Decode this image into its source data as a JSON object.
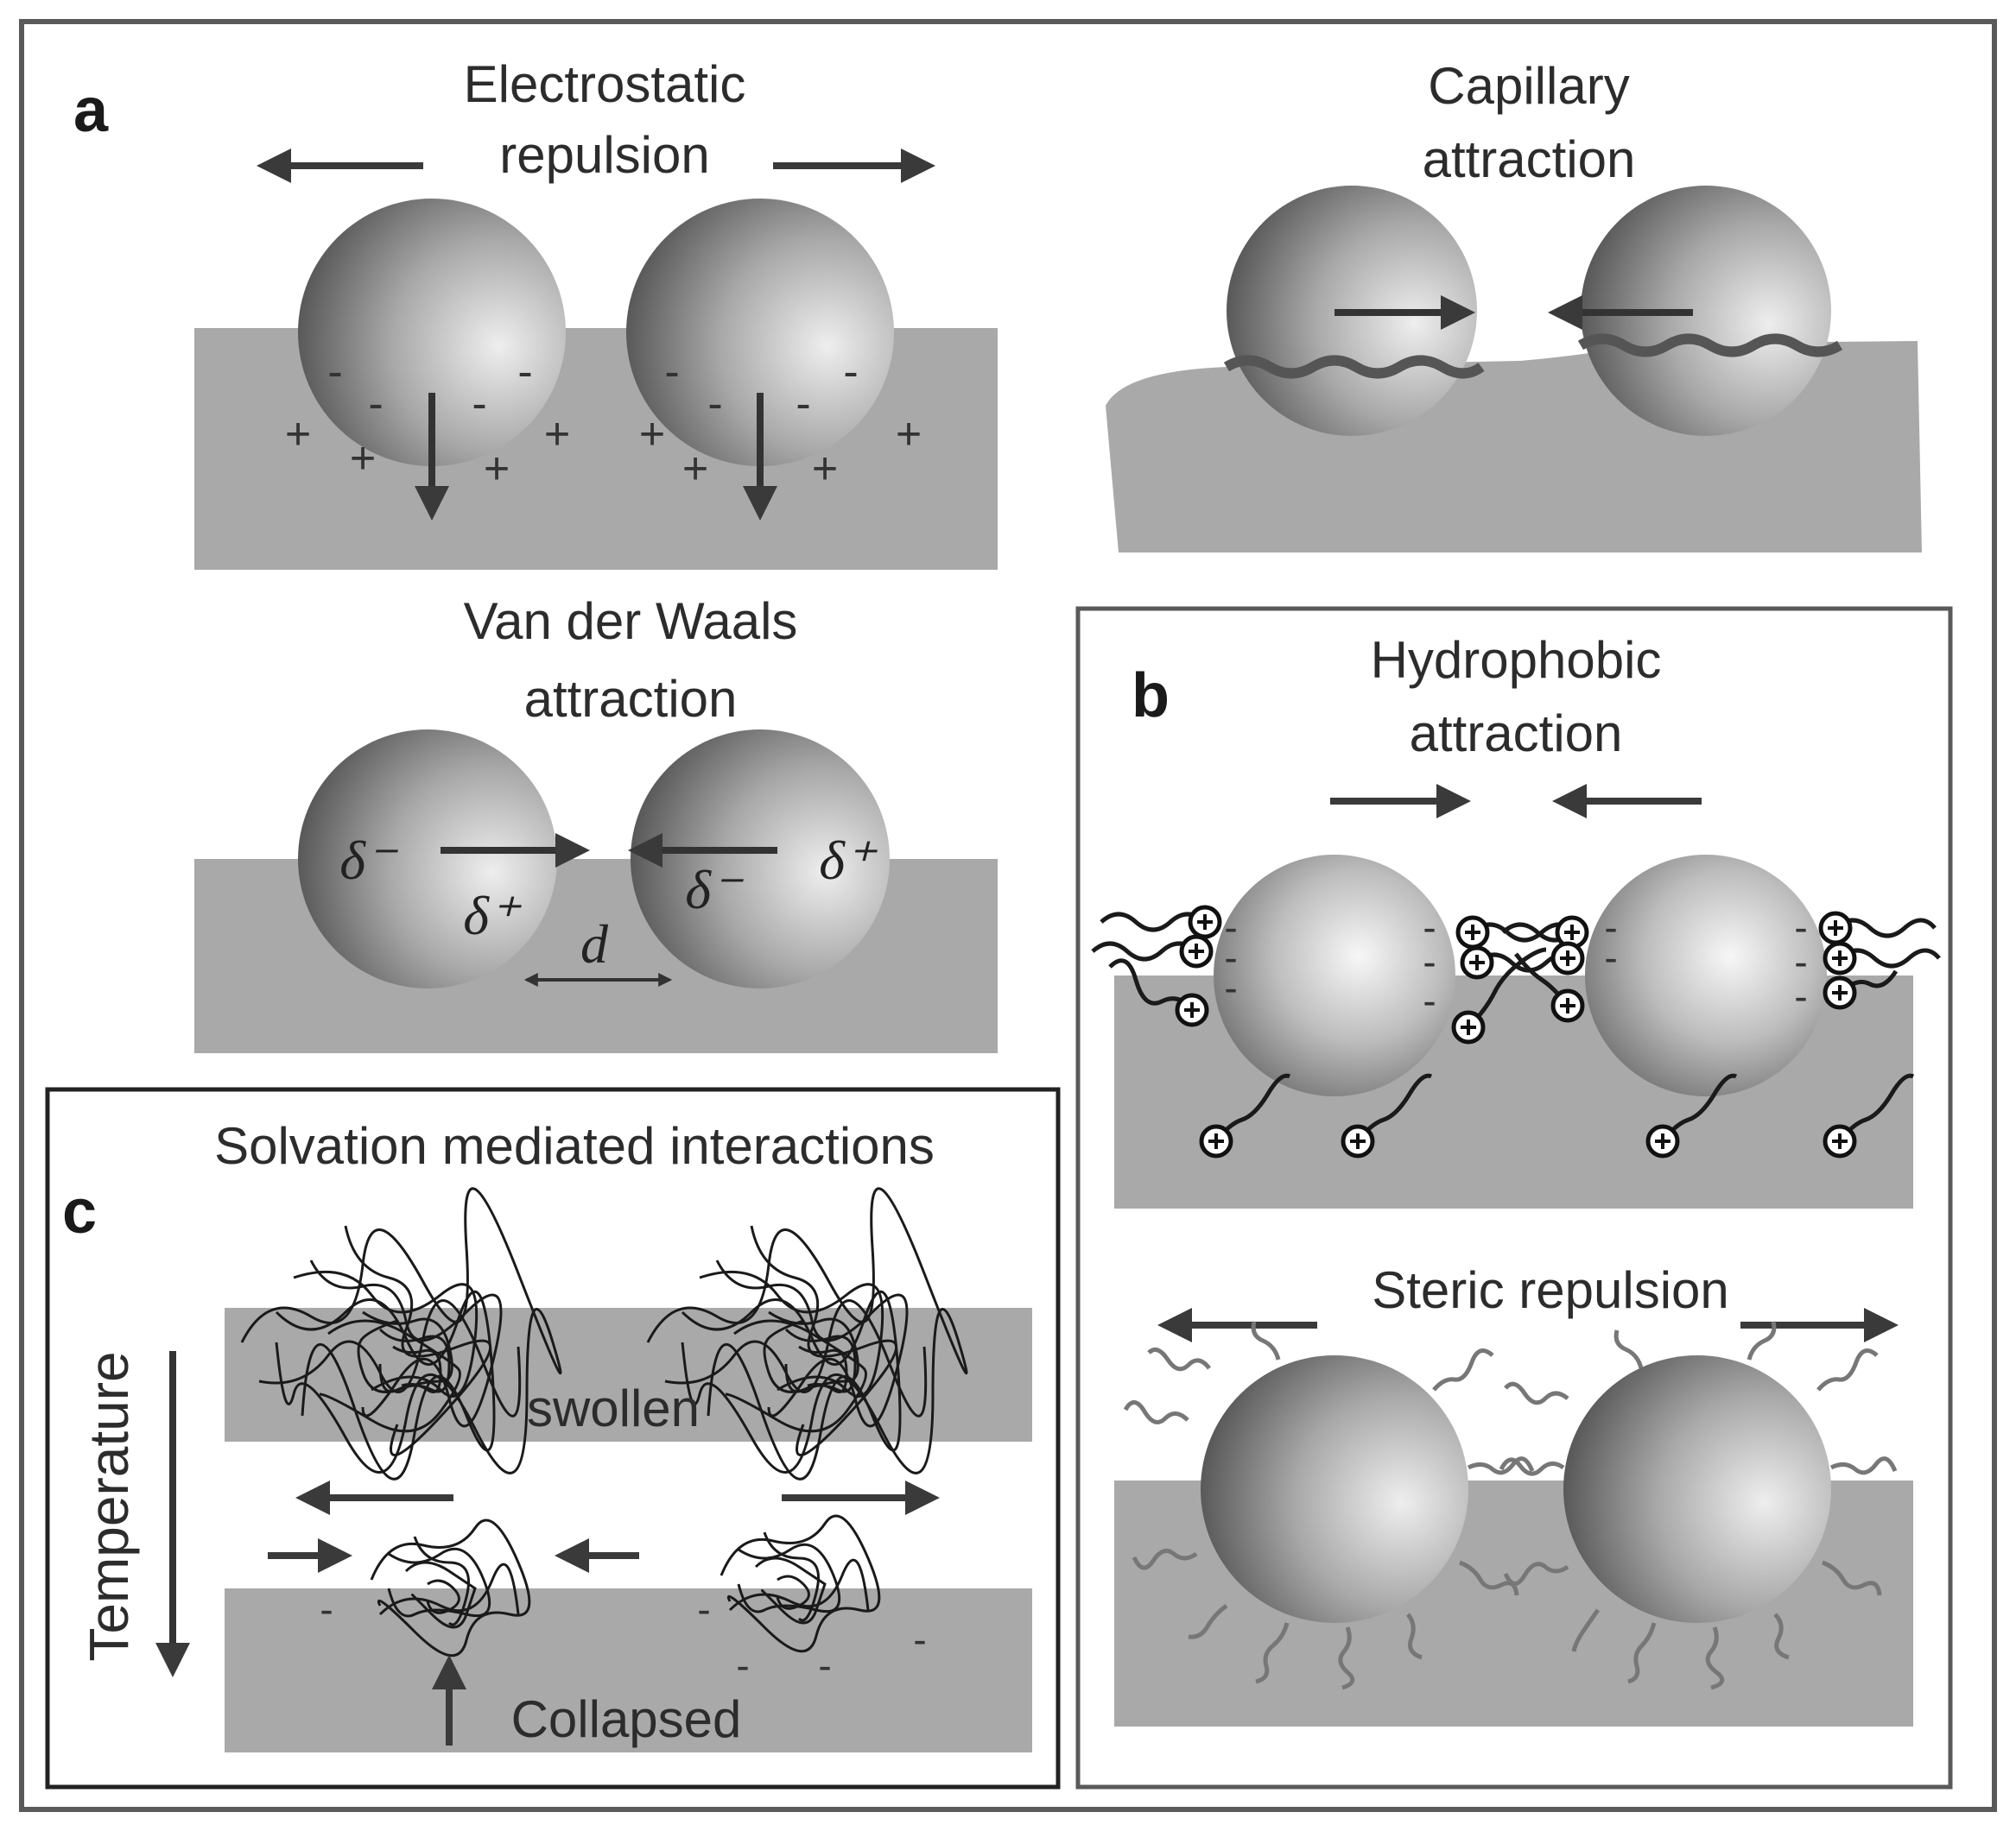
{
  "panels": {
    "a": {
      "letter": "a",
      "electrostatic": {
        "line1": "Electrostatic",
        "line2": "repulsion"
      },
      "capillary": {
        "line1": "Capillary",
        "line2": "attraction"
      },
      "vdw": {
        "line1": "Van der Waals",
        "line2": "attraction",
        "delta_minus": "δ⁻",
        "delta_plus": "δ⁺",
        "distance": "d"
      }
    },
    "b": {
      "letter": "b",
      "hydrophobic": {
        "line1": "Hydrophobic",
        "line2": "attraction"
      },
      "steric": {
        "label": "Steric repulsion"
      }
    },
    "c": {
      "letter": "c",
      "title": "Solvation mediated interactions",
      "swollen": "swollen",
      "collapsed": "Collapsed",
      "temperature": "Temperature"
    }
  },
  "symbols": {
    "minus": "-",
    "plus": "+"
  },
  "colors": {
    "frame": "#555555",
    "substrate": "#a9a9a9",
    "arrow": "#3a3a3a",
    "text": "#2c2c2c"
  }
}
